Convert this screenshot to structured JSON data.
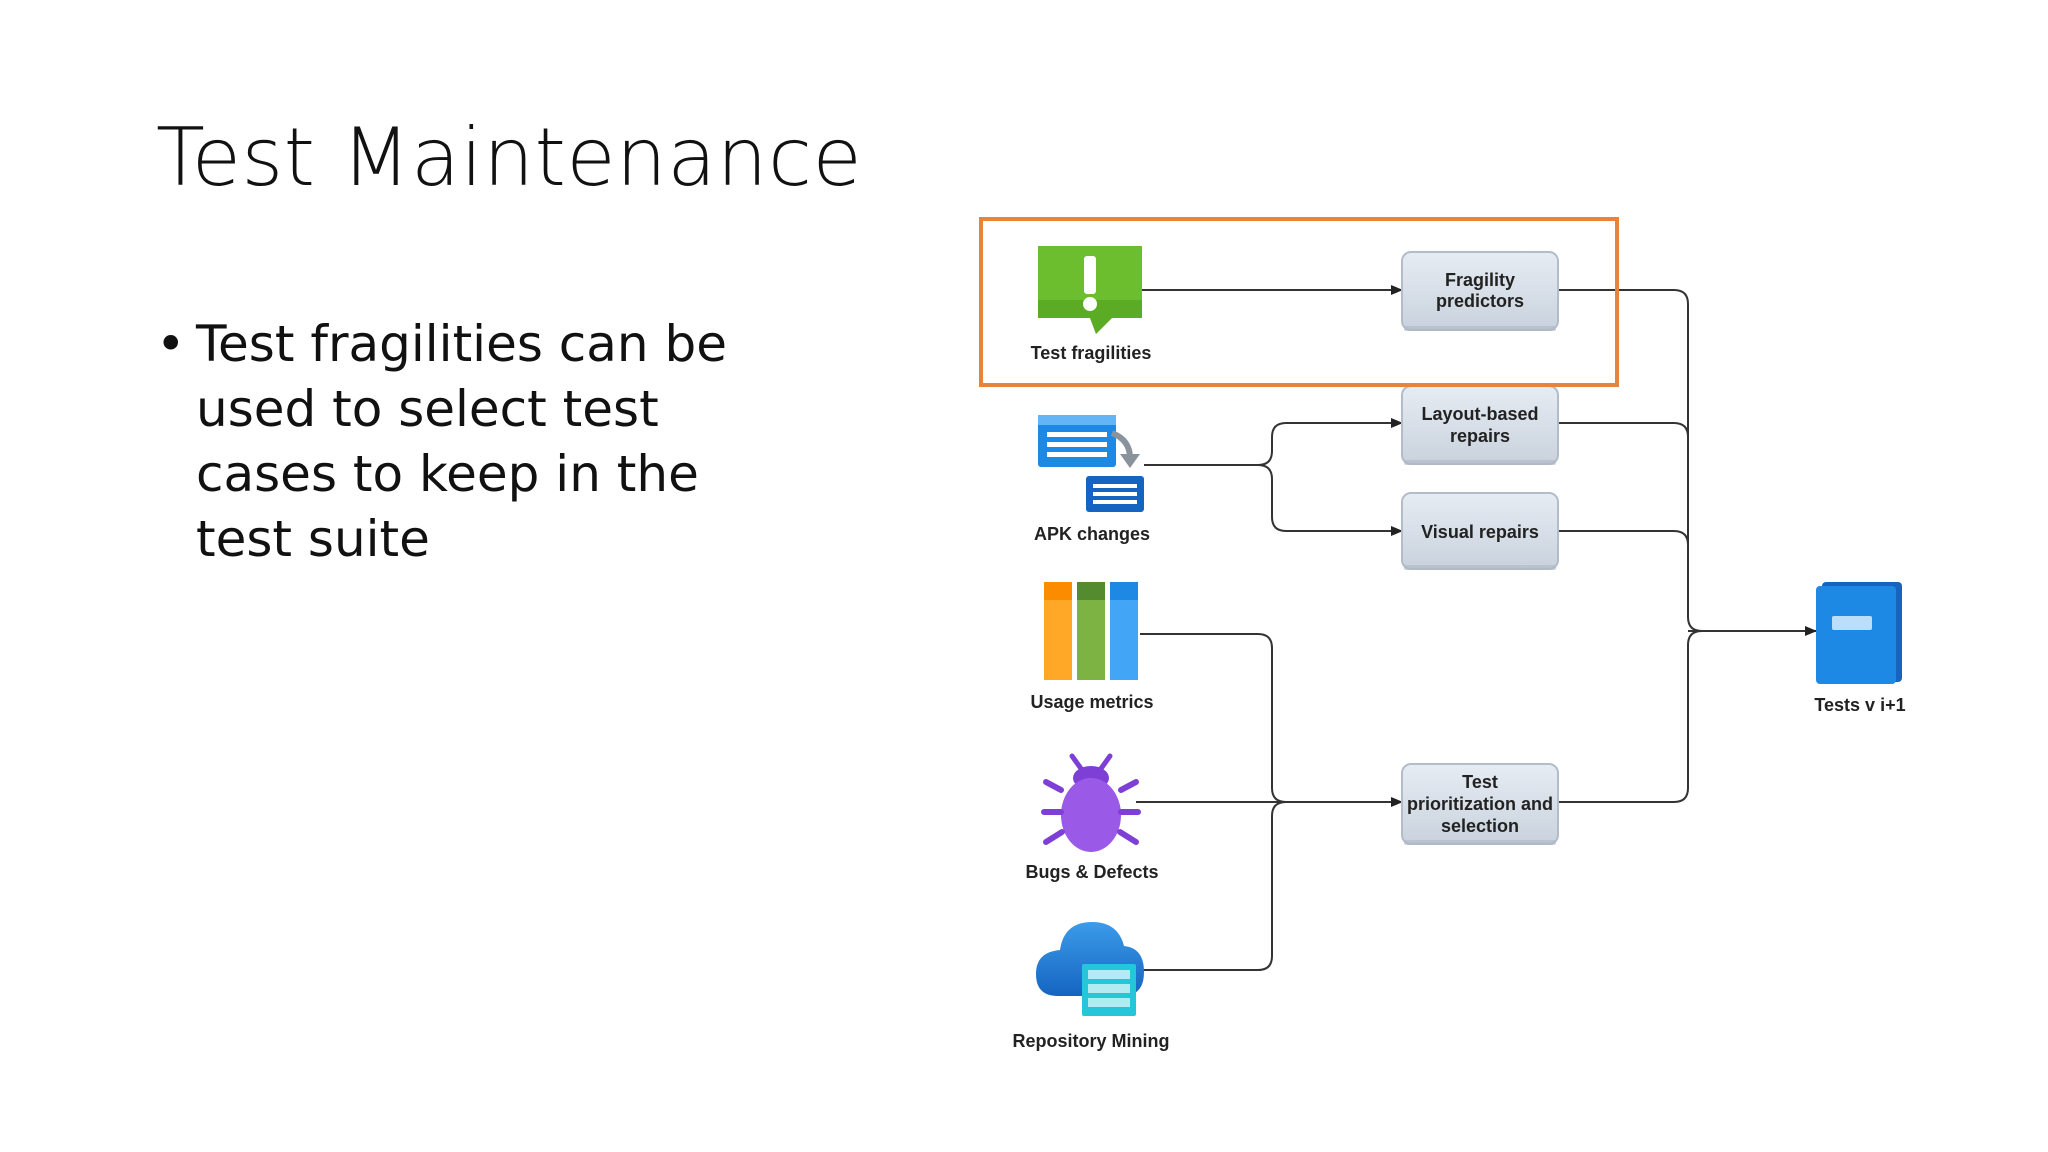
{
  "slide": {
    "title": "Test Maintenance",
    "bullets": [
      {
        "lines": [
          "Test fragilities can be",
          "used to select test",
          "cases to keep in the",
          "test suite"
        ]
      }
    ]
  },
  "diagram": {
    "highlight_color": "#E8833A",
    "sources": [
      {
        "id": "test-fragilities",
        "label": "Test fragilities",
        "icon": "warning-speech-bubble-icon"
      },
      {
        "id": "apk-changes",
        "label": "APK changes",
        "icon": "document-change-icon"
      },
      {
        "id": "usage-metrics",
        "label": "Usage metrics",
        "icon": "bar-columns-icon"
      },
      {
        "id": "bugs-defects",
        "label": "Bugs & Defects",
        "icon": "bug-icon"
      },
      {
        "id": "repository-mining",
        "label": "Repository Mining",
        "icon": "cloud-database-icon"
      }
    ],
    "processes": [
      {
        "id": "fragility-predictors",
        "lines": [
          "Fragility",
          "predictors"
        ]
      },
      {
        "id": "layout-based-repairs",
        "lines": [
          "Layout-based",
          "repairs"
        ]
      },
      {
        "id": "visual-repairs",
        "lines": [
          "Visual repairs"
        ]
      },
      {
        "id": "test-prioritization",
        "lines": [
          "Test",
          "prioritization and",
          "selection"
        ]
      }
    ],
    "output": {
      "id": "tests-next",
      "label": "Tests v i+1",
      "icon": "book-icon"
    },
    "colors": {
      "green": "#6DBE2E",
      "blue": "#1E88E5",
      "purple": "#9B59E8",
      "process_fill": "#D6DEE8",
      "process_stroke": "#B8C3CF"
    }
  }
}
